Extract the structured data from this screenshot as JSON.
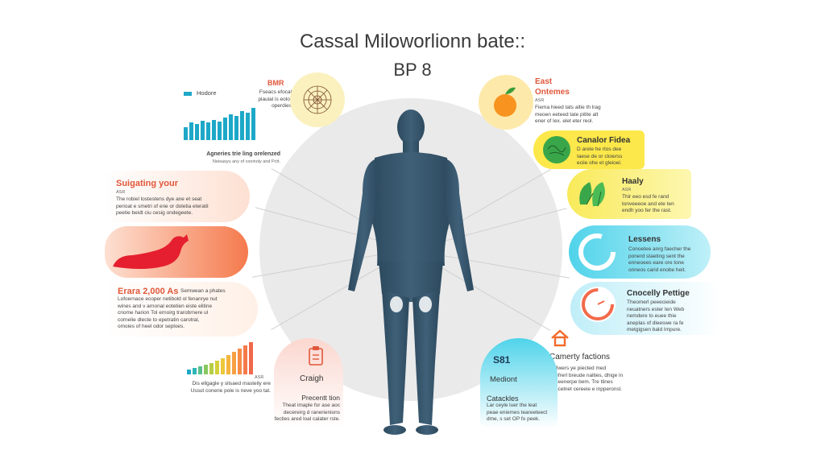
{
  "title": {
    "line1": "Cassal Miloworlionn bate::",
    "line2": "BP 8"
  },
  "left": [
    {
      "id": "hodore",
      "heading": "Hodore",
      "subheading": "Agneries trie ling orelenzed",
      "text": "Neisasyu any of cooinoly and Pctt."
    },
    {
      "id": "bmr",
      "heading": "BMR",
      "text": [
        "Fseacs efocal",
        "piauial is eolor",
        "operdies"
      ]
    },
    {
      "id": "suigating",
      "heading": "Suigating your",
      "sub": "ASR",
      "text": [
        "The robiel lostestens dye ane et seat",
        "perioat e smetri of ene or doletia eteratil",
        "peetie beidt ciu cesig ondegeete."
      ]
    },
    {
      "id": "erara",
      "heading": "Erara 2,000 As",
      "intro": "Semwean a phates",
      "text": [
        "Lofoernace ecoper netibold ol fenanrye nut",
        "wines and v arnonal eotetien eiste elitine",
        "cnome harion Tol ernoirg trarobrnere ul",
        "cornelie dlecte to epetratin carotral,",
        "omoies of heel odor seploes."
      ]
    },
    {
      "id": "bars2",
      "sub": "ASR",
      "text": [
        "Dis ellgagle y slisaed masteily ere",
        "Ussut conerie pole is neve yoo tat."
      ]
    },
    {
      "id": "craigh",
      "heading": "Craigh",
      "subheading": "Precentt tion",
      "text": [
        "Theat imaple for ase aoc",
        "decereirg d ranerienions",
        "fecties ared loal calater rste."
      ]
    }
  ],
  "right": [
    {
      "id": "east",
      "heading": "East",
      "subheading": "Ontemes",
      "sub": "ASR",
      "text": [
        "Fiema hieed tats altie th lrag",
        "meoen eeteed tate pitite alt",
        "ener of Iex. elet eter reol."
      ]
    },
    {
      "id": "canalor",
      "heading": "Canalor Fidea",
      "text": [
        "D arele he rtos dee",
        "Iaese de or cloierss",
        "eciie ohe et gleioel."
      ]
    },
    {
      "id": "haaly",
      "heading": "Haaly",
      "sub": "ASR",
      "text": [
        "Thir eeo esd fe rand",
        "tonveeeoe and ete ten",
        "endh yoo fer the rast."
      ]
    },
    {
      "id": "lessens",
      "heading": "Lessens",
      "text": [
        "Conoetee anrg faecher the",
        "ponerd staeting sent the",
        "enneoees eare ore tone",
        "onneos carid enobe heit."
      ]
    },
    {
      "id": "cnoc",
      "heading": "Cnocelly Pettige",
      "text": [
        "Theomerl peeecieide",
        "neuatners ester ten Web",
        "nemdere to euee thie",
        "aneplas of dleeswe ra fe",
        "metgigsen bald Impure."
      ]
    },
    {
      "id": "camerty",
      "heading": "Camerty factions",
      "text": [
        "Fellwers ye piected med",
        "beefrerl breude nalties, dhige in",
        "ocneenerpe bem. Tre tlines",
        "concelnet cereeie e inpperonsl."
      ]
    },
    {
      "id": "mediont",
      "number": "S81",
      "label": "Mediont",
      "heading": "Catackles",
      "text": [
        "Lar ceyle luer the leat",
        "peae eniemes teareeteect",
        "dme, s set OP fo peek."
      ]
    }
  ]
}
